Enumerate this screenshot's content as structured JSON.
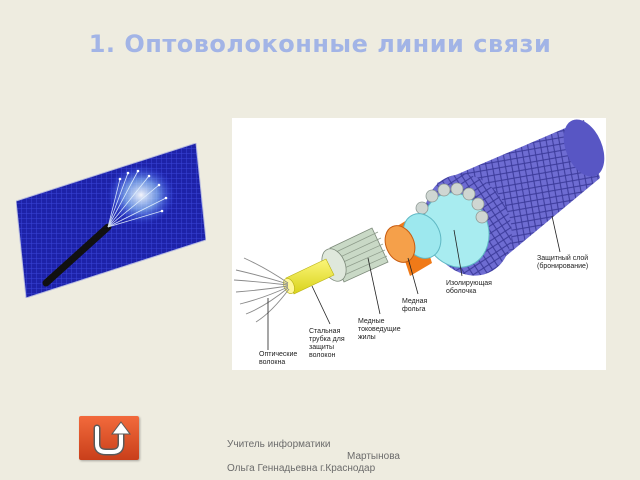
{
  "slide": {
    "title": "1. Оптоволоконные линии связи"
  },
  "diagram": {
    "labels": {
      "fibers_1": "Оптические",
      "fibers_2": "волокна",
      "tube_1": "Стальная",
      "tube_2": "трубка для",
      "tube_3": "защиты",
      "tube_4": "волокон",
      "copper_1": "Медные",
      "copper_2": "токоведущие",
      "copper_3": "жилы",
      "foil_1": "Медная",
      "foil_2": "фольга",
      "insulation_1": "Изолирующая",
      "insulation_2": "оболочка",
      "armor_1": "Защитный слой",
      "armor_2": "(бронирование)"
    },
    "colors": {
      "armor": "#6e6cd2",
      "insulation": "#8ee6ee",
      "foil": "#f07a18",
      "copper_wires": "#c9d9c6",
      "steel_tube": "#f2ee3a",
      "fibers": "#9a9a9a"
    }
  },
  "nav": {
    "back_icon": "u-turn-return-icon"
  },
  "footer": {
    "author_line1": "Учитель информатики",
    "author_line2": "Мартынова",
    "author_line3": "Ольга Геннадьевна г.Краснодар"
  }
}
